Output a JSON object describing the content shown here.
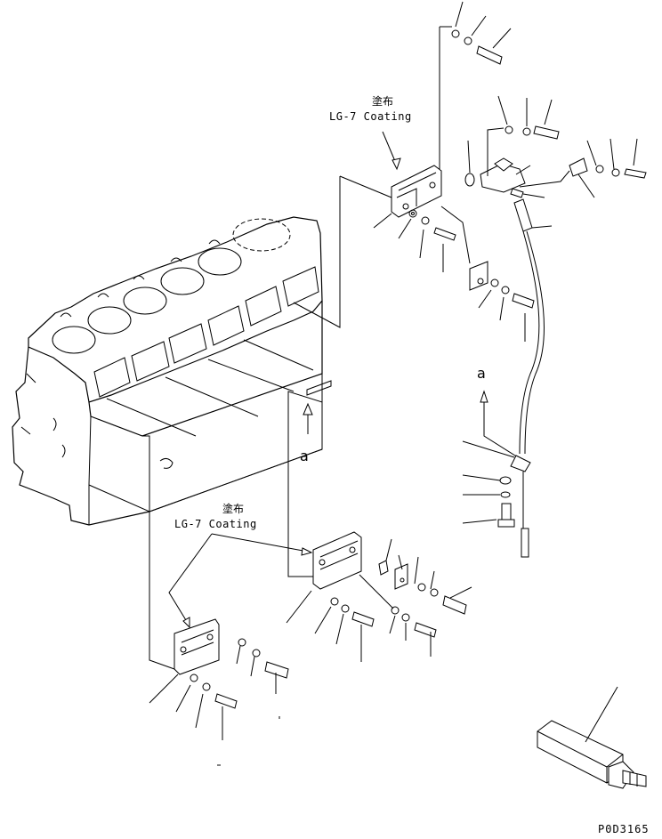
{
  "callouts": {
    "upper_kanji": "塗布",
    "upper_coating": "LG-7 Coating",
    "lower_kanji": "塗布",
    "lower_coating": "LG-7 Coating"
  },
  "view_refs": {
    "left_ref": "a",
    "right_ref": "a"
  },
  "drawing_code": "P0D3165"
}
